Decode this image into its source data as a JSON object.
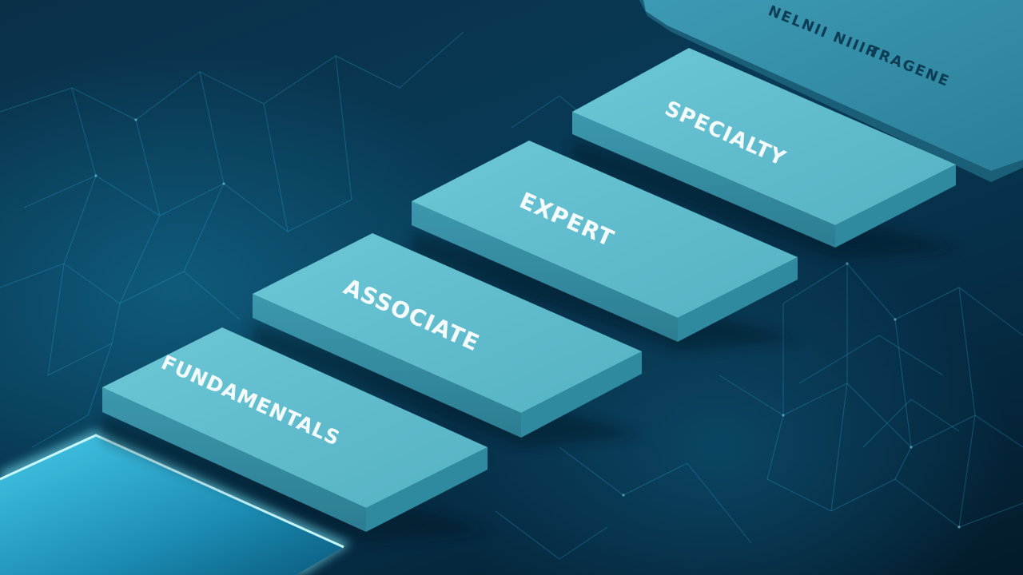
{
  "steps": {
    "fundamentals": "FUNDAMENTALS",
    "associate": "ASSOCIATE",
    "expert": "EXPERT",
    "specialty": "SPECIALTY"
  },
  "top_sign": {
    "line1": "NELNII NIIIH",
    "line2": "TRAGENE"
  },
  "colors": {
    "background": "#04263a",
    "step_top": "#5fbccd",
    "step_side": "#3a93a8",
    "glow": "#7ff0ff",
    "network": "#2aa7cf"
  }
}
